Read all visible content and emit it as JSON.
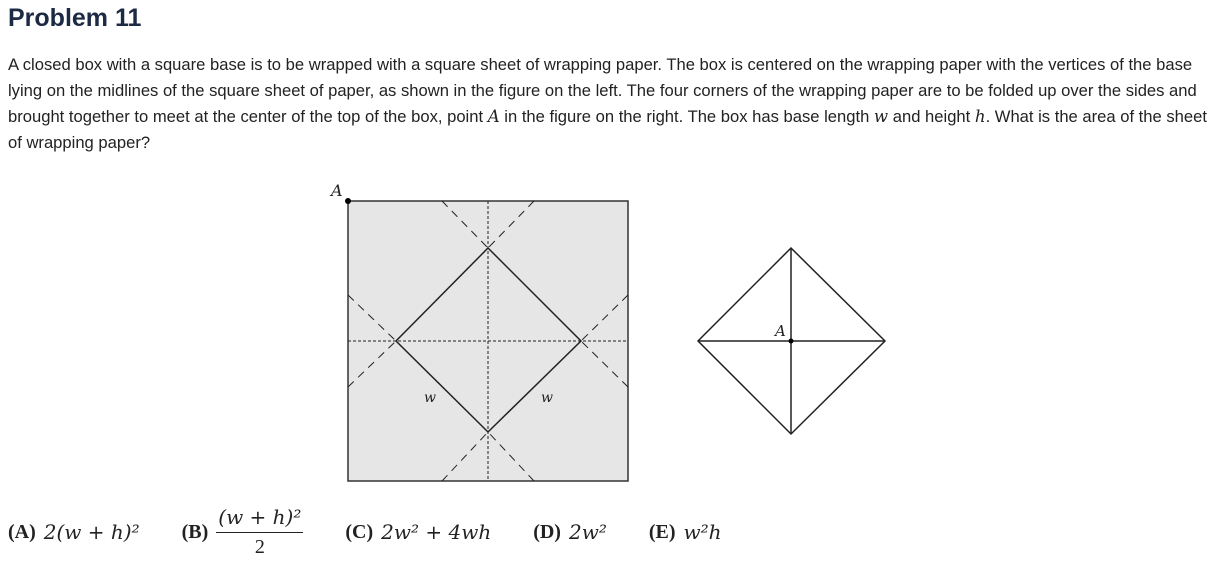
{
  "title": "Problem 11",
  "problem": {
    "text_1": "A closed box with a square base is to be wrapped with a square sheet of wrapping paper. The box is centered on the wrapping paper with the vertices of the base lying on the midlines of the square sheet of paper, as shown in the figure on the left. The four corners of the wrapping paper are to be folded up over the sides and brought together to meet at the center of the top of the box, point ",
    "var_A": "A",
    "text_2": " in the figure on the right. The box has base length ",
    "var_w": "w",
    "text_3": " and height ",
    "var_h": "h",
    "text_4": ". What is the area of the sheet of wrapping paper?"
  },
  "figure_left": {
    "point_label": "A",
    "side_label_1": "w",
    "side_label_2": "w"
  },
  "figure_right": {
    "point_label": "A"
  },
  "choices": [
    {
      "letter": "(A)",
      "expr": "2(w + h)²"
    },
    {
      "letter": "(B)",
      "num": "(w + h)²",
      "den": "2"
    },
    {
      "letter": "(C)",
      "expr": "2w² + 4wh"
    },
    {
      "letter": "(D)",
      "expr": "2w²"
    },
    {
      "letter": "(E)",
      "expr": "w²h"
    }
  ]
}
